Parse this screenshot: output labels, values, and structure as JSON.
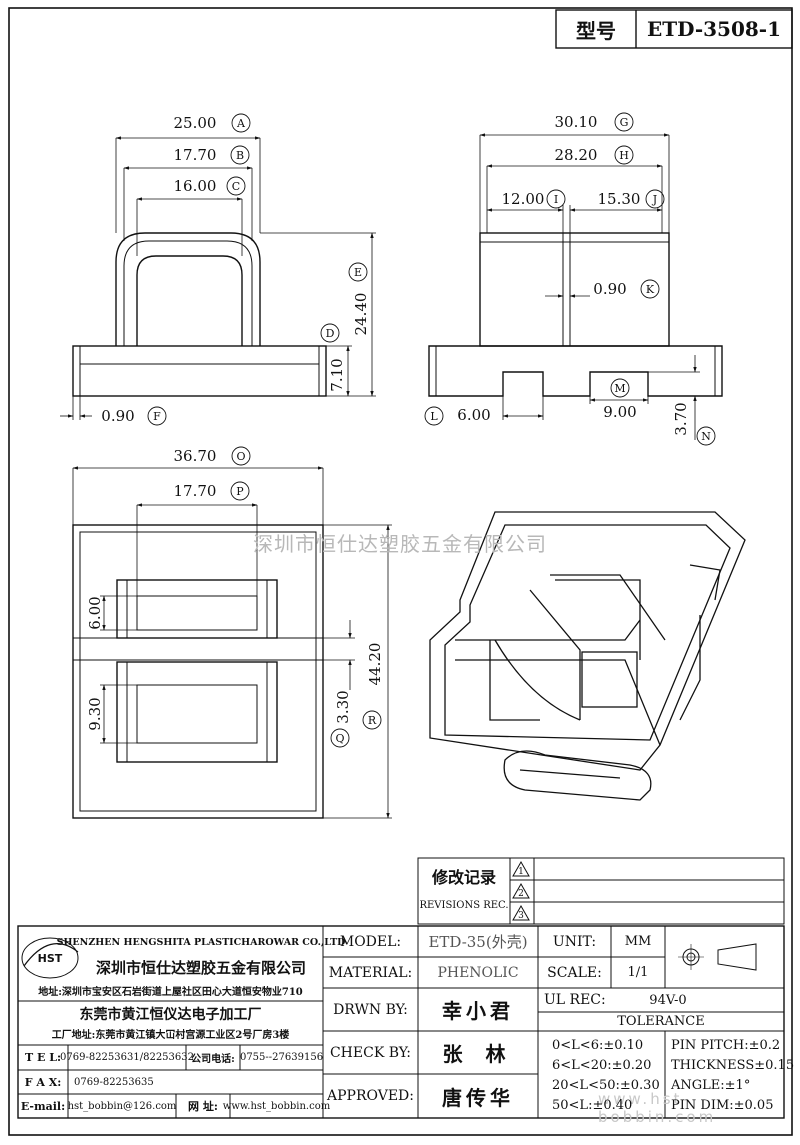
{
  "title_block": {
    "type_label": "型号",
    "part_no": "ETD-3508-1"
  },
  "dimensions": {
    "A": "25.00",
    "B": "17.70",
    "C": "16.00",
    "D": "7.10",
    "E": "24.40",
    "F": "0.90",
    "G": "30.10",
    "H": "28.20",
    "I": "12.00",
    "J": "15.30",
    "K": "0.90",
    "L": "6.00",
    "M": "9.00",
    "N": "3.70",
    "O": "36.70",
    "P": "17.70",
    "Q": "3.30",
    "R": "44.20",
    "S": "6.00",
    "T": "9.30"
  },
  "dimension_letters": [
    "A",
    "B",
    "C",
    "D",
    "E",
    "F",
    "G",
    "H",
    "I",
    "J",
    "K",
    "L",
    "M",
    "N",
    "O",
    "P",
    "Q",
    "R"
  ],
  "watermark": "深圳市恒仕达塑胶五金有限公司",
  "watermark2": "www.hst-bobbin.com",
  "revisions": {
    "title_cn": "修改记录",
    "title_en": "REVISIONS REC.",
    "marks": [
      "1",
      "2",
      "3"
    ]
  },
  "company": {
    "logo_text": "HST",
    "name_en": "SHENZHEN HENGSHITA PLASTICHAROWAR CO.,LTD",
    "name_cn": "深圳市恒仕达塑胶五金有限公司",
    "address": "地址:深圳市宝安区石岩街道上屋社区田心大道恒安物业710",
    "factory_name": "东莞市黄江恒仪达电子加工厂",
    "factory_address": "工厂地址:东莞市黄江镇大冚村宫源工业区2号厂房3楼",
    "tel_label": "T E L:",
    "tel": "0769-82253631/82253632",
    "company_tel_label": "公司电话:",
    "company_tel": "0755--27639156",
    "fax_label": "F A X:",
    "fax": "0769-82253635",
    "email_label": "E-mail:",
    "email": "hst_bobbin@126.com",
    "web_label": "网 址:",
    "web": "www.hst_bobbin.com"
  },
  "spec": {
    "model_label": "MODEL:",
    "model": "ETD-35(外壳)",
    "material_label": "MATERIAL:",
    "material": "PHENOLIC",
    "drawn_label": "DRWN BY:",
    "drawn": "幸小君",
    "check_label": "CHECK BY:",
    "check": "张 林",
    "approved_label": "APPROVED:",
    "approved": "唐传华",
    "unit_label": "UNIT:",
    "unit": "MM",
    "scale_label": "SCALE:",
    "scale": "1/1",
    "ul_label": "UL REC:",
    "ul": "94V-0",
    "tolerance_label": "TOLERANCE",
    "tol_lines": [
      "0<L<6:±0.10",
      "6<L<20:±0.20",
      "20<L<50:±0.30",
      "50<L:±0.40"
    ],
    "pin_pitch": "PIN PITCH:±0.2",
    "thickness": "THICKNESS±0.15",
    "angle": "ANGLE:±1°",
    "pin_dim": "PIN DIM:±0.05"
  }
}
